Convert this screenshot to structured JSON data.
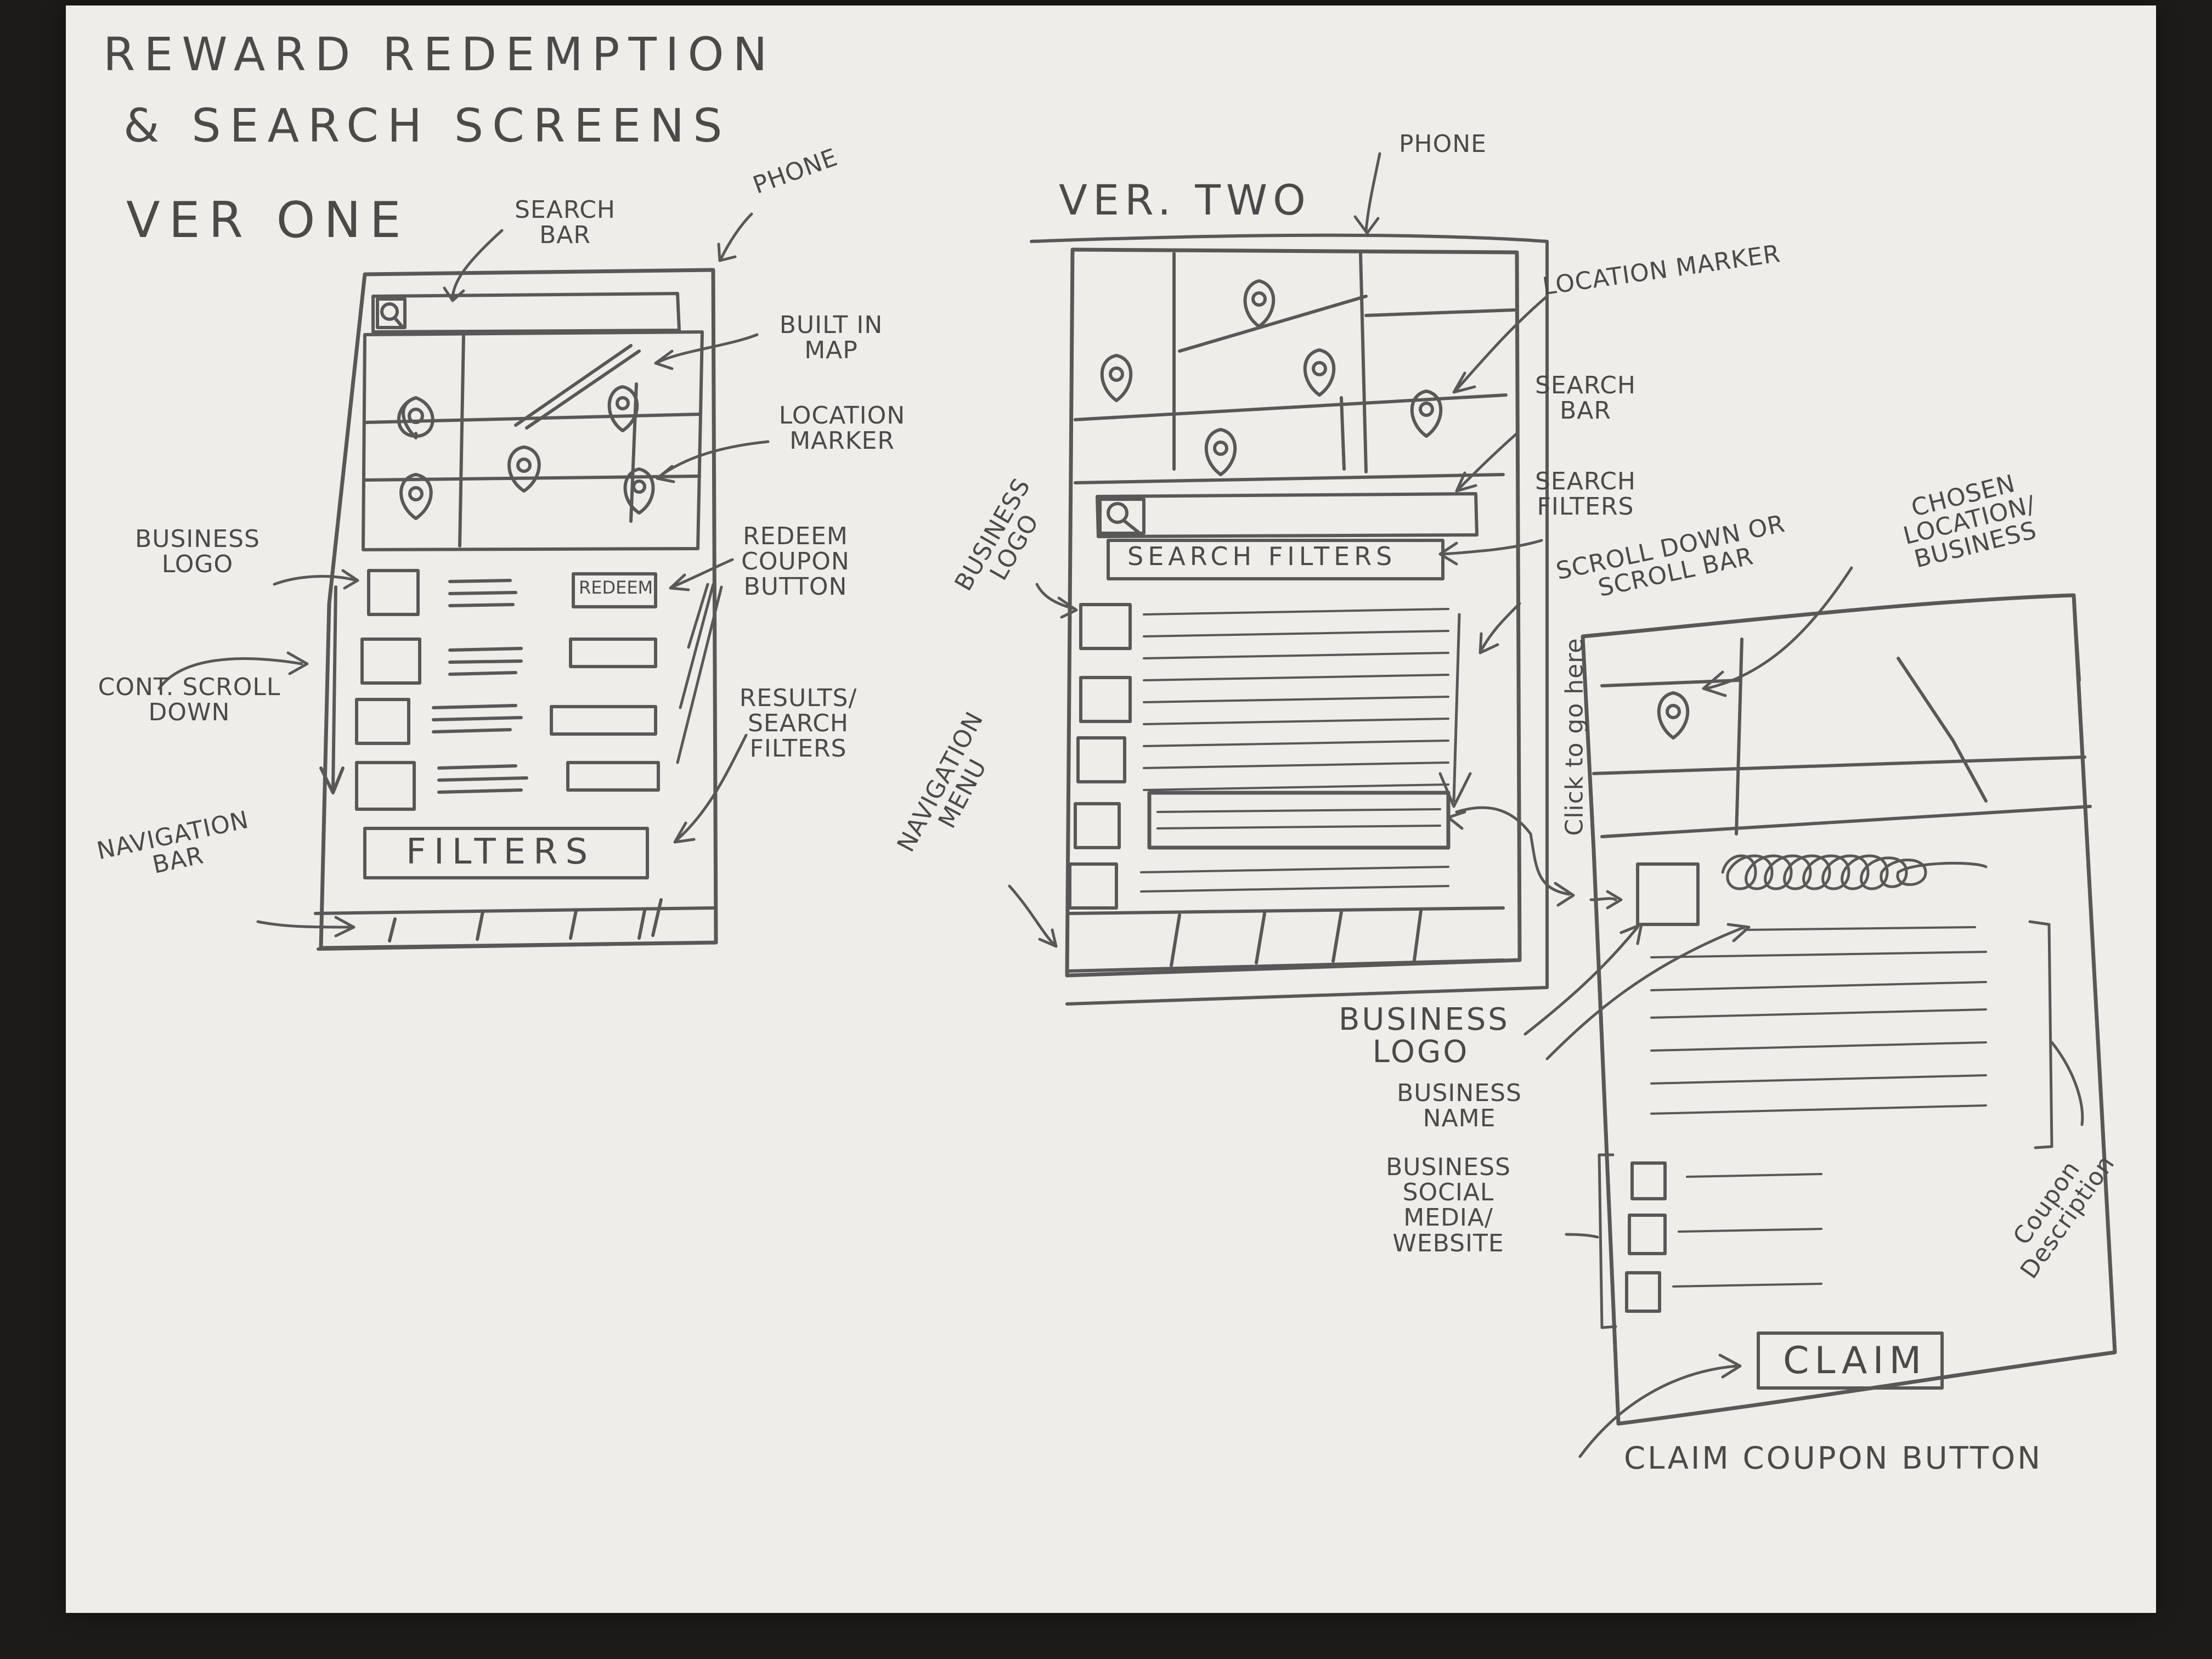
{
  "title_line1": "REWARD REDEMPTION",
  "title_line2": "& SEARCH SCREENS",
  "version_one": "VER ONE",
  "version_two": "VER. TWO",
  "phone_label": "PHONE",
  "ver_one": {
    "labels": {
      "search_bar": "SEARCH BAR",
      "built_in_map": "BUILT IN MAP",
      "location_marker": "LOCATION MARKER",
      "business_logo": "BUSINESS LOGO",
      "redeem_coupon_button": "REDEEM COUPON BUTTON",
      "cont_scroll_down": "CONT. SCROLL DOWN",
      "results_search_filters": "RESULTS/ SEARCH FILTERS",
      "navigation_bar": "NAVIGATION BAR"
    },
    "redeem_button": "REDEEM",
    "filters_button": "FILTERS"
  },
  "ver_two": {
    "labels": {
      "location_marker": "LOCATION MARKER",
      "search_bar": "SEARCH BAR",
      "search_filters": "SEARCH FILTERS",
      "scroll": "SCROLL DOWN OR SCROLL BAR",
      "business_logo": "BUSINESS LOGO",
      "navigation_menu": "NAVIGATION MENU",
      "click_to_go_here": "Click to go here"
    },
    "search_filters_button": "SEARCH FILTERS"
  },
  "detail": {
    "labels": {
      "chosen_location": "CHOSEN LOCATION/ BUSINESS",
      "business_logo": "BUSINESS LOGO",
      "business_name": "BUSINESS NAME",
      "social_media": "BUSINESS SOCIAL MEDIA/ WEBSITE",
      "coupon_description": "Coupon Description",
      "claim_coupon_button": "CLAIM COUPON BUTTON"
    },
    "claim_button": "CLAIM"
  }
}
